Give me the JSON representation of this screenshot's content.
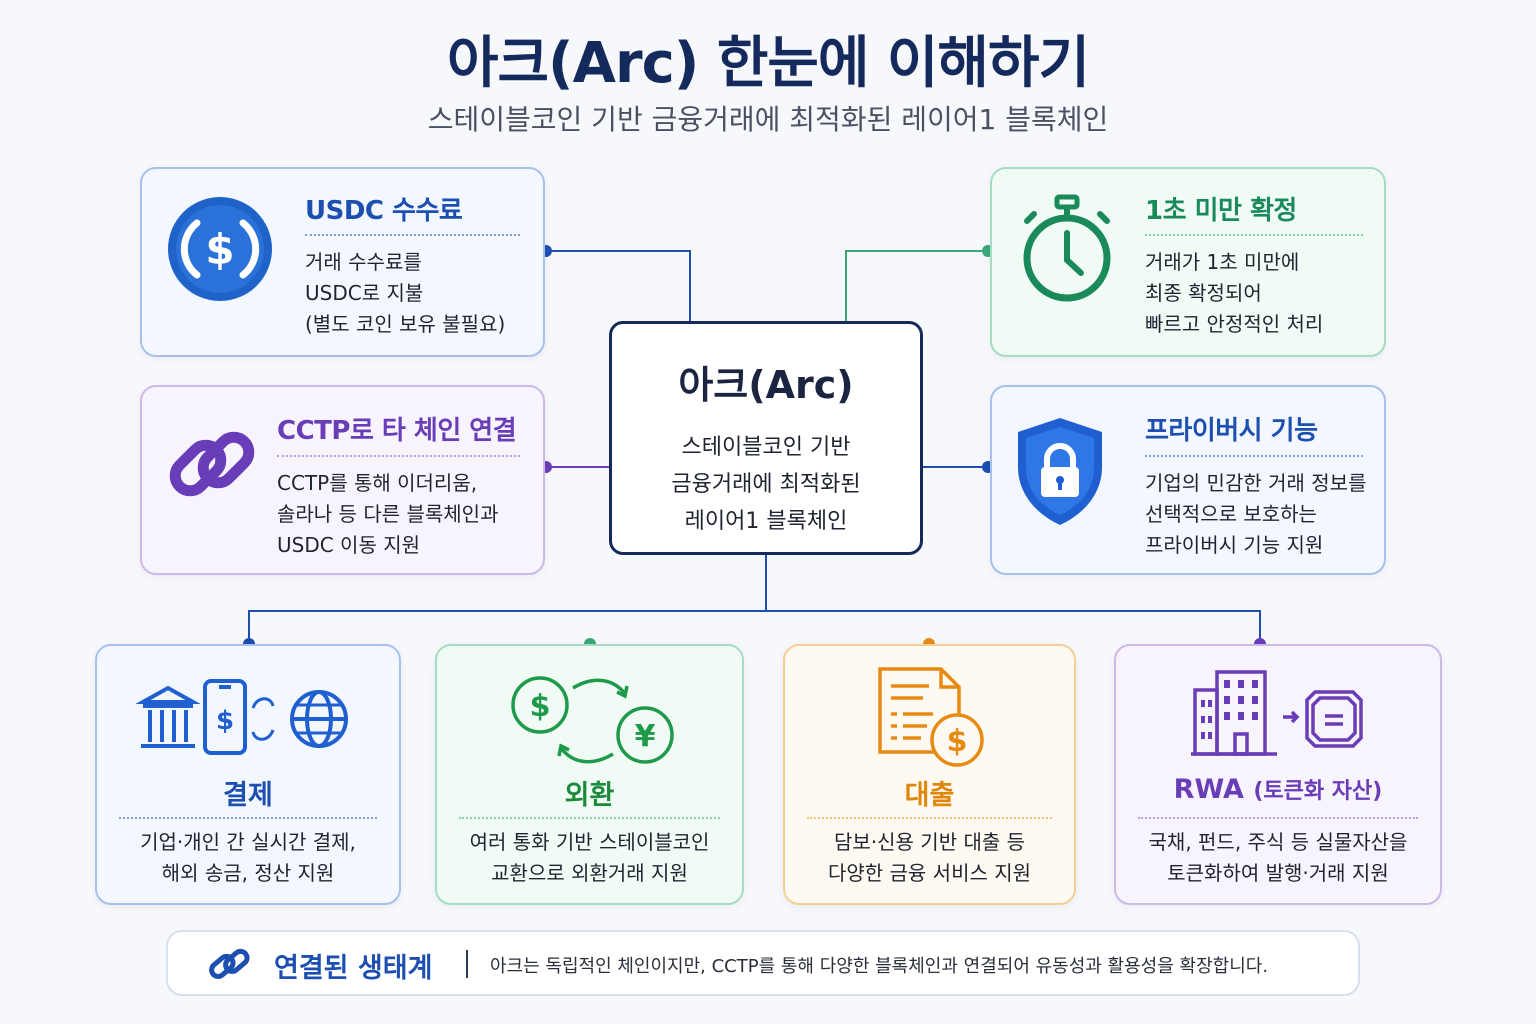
{
  "header": {
    "title": "아크(Arc) 한눈에 이해하기",
    "subtitle": "스테이블코인 기반 금융거래에 최적화된 레이어1 블록체인"
  },
  "center": {
    "title": "아크(Arc)",
    "desc": [
      "스테이블코인 기반",
      "금융거래에 최적화된",
      "레이어1 블록체인"
    ]
  },
  "features": {
    "usdc_fee": {
      "icon": "usdc-coin-icon",
      "title": "USDC 수수료",
      "desc": [
        "거래 수수료를",
        "USDC로 지불",
        "(별도 코인 보유 불필요)"
      ],
      "color": "#1d4fb0"
    },
    "finality": {
      "icon": "stopwatch-icon",
      "title": "1초 미만 확정",
      "desc": [
        "거래가 1초 미만에",
        "최종 확정되어",
        "빠르고 안정적인 처리"
      ],
      "color": "#1b8a5a"
    },
    "cctp": {
      "icon": "chain-link-icon",
      "title": "CCTP로 타 체인 연결",
      "desc": [
        "CCTP를 통해 이더리움,",
        "솔라나 등 다른 블록체인과",
        "USDC 이동 지원"
      ],
      "color": "#6a3db8"
    },
    "privacy": {
      "icon": "shield-lock-icon",
      "title": "프라이버시 기능",
      "desc": [
        "기업의 민감한 거래 정보를",
        "선택적으로 보호하는",
        "프라이버시 기능 지원"
      ],
      "color": "#1d4fb0"
    }
  },
  "use_cases": {
    "payment": {
      "icon": "bank-phone-globe-icon",
      "title": "결제",
      "desc": [
        "기업·개인 간 실시간 결제,",
        "해외 송금, 정산 지원"
      ],
      "color": "#1d4fb0"
    },
    "fx": {
      "icon": "currency-exchange-icon",
      "title": "외환",
      "desc": [
        "여러 통화 기반 스테이블코인",
        "교환으로 외환거래 지원"
      ],
      "color": "#1b8a3a"
    },
    "lending": {
      "icon": "loan-document-icon",
      "title": "대출",
      "desc": [
        "담보·신용 기반 대출 등",
        "다양한 금융 서비스 지원"
      ],
      "color": "#e0860b"
    },
    "rwa": {
      "icon": "building-token-icon",
      "title": "RWA",
      "title_suffix": "(토큰화 자산)",
      "desc": [
        "국채, 펀드, 주식 등 실물자산을",
        "토큰화하여 발행·거래 지원"
      ],
      "color": "#6a3db8"
    }
  },
  "ecosystem": {
    "icon": "link-icon",
    "title": "연결된 생태계",
    "desc": "아크는 독립적인 체인이지만, CCTP를 통해 다양한 블록체인과 연결되어 유동성과 활용성을 확장합니다."
  }
}
